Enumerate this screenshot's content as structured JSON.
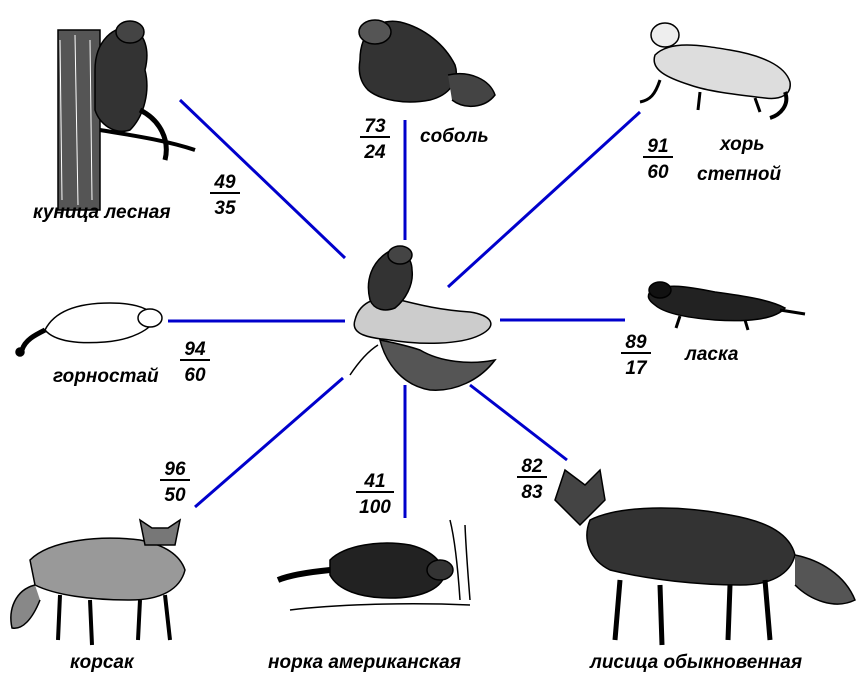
{
  "line_color": "#0000cc",
  "center": {
    "icon": "hybrid-animal-center"
  },
  "animals": [
    {
      "id": "kunitsa",
      "name": "куница лесная",
      "num": "49",
      "den": "35",
      "icon": "marten-on-tree-icon"
    },
    {
      "id": "sobol",
      "name": "соболь",
      "num": "73",
      "den": "24",
      "icon": "sable-icon"
    },
    {
      "id": "khor",
      "name_lines": [
        "хорь",
        "степной"
      ],
      "num": "91",
      "den": "60",
      "icon": "steppe-polecat-icon"
    },
    {
      "id": "laska",
      "name": "ласка",
      "num": "89",
      "den": "17",
      "icon": "weasel-icon"
    },
    {
      "id": "gornostai",
      "name": "горностай",
      "num": "94",
      "den": "60",
      "icon": "ermine-icon"
    },
    {
      "id": "korsak",
      "name": "корсак",
      "num": "96",
      "den": "50",
      "icon": "corsac-fox-icon"
    },
    {
      "id": "norka",
      "name": "норка американская",
      "num": "41",
      "den": "100",
      "icon": "american-mink-icon"
    },
    {
      "id": "lisitsa",
      "name": "лисица обыкновенная",
      "num": "82",
      "den": "83",
      "icon": "red-fox-icon"
    }
  ]
}
